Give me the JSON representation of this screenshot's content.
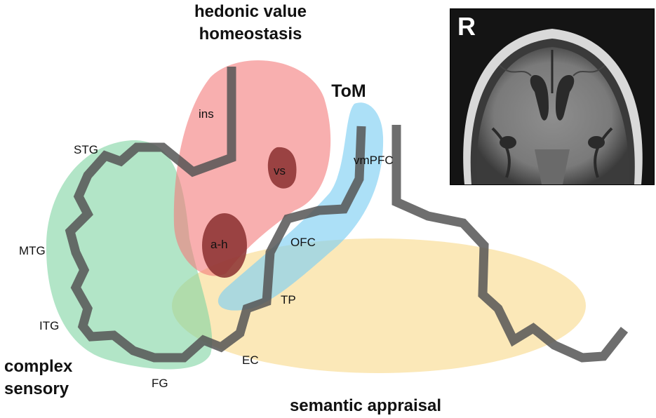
{
  "headings": {
    "hedonic": [
      "hedonic value",
      "homeostasis"
    ],
    "tom": "ToM",
    "complex_sensory": [
      "complex",
      "sensory"
    ],
    "semantic": "semantic appraisal"
  },
  "labels": {
    "ins": "ins",
    "stg": "STG",
    "vs": "vs",
    "vmpfc": "vmPFC",
    "mtg": "MTG",
    "ah": "a-h",
    "ofc": "OFC",
    "itg": "ITG",
    "tp": "TP",
    "ec": "EC",
    "fg": "FG"
  },
  "mri": {
    "orientation_label": "R"
  },
  "colors": {
    "hedonic_region": "#f47a7a",
    "tom_region": "#7fcff2",
    "sensory_region": "#7fd3a2",
    "semantic_region": "#f8d57e",
    "nuclei": "#8a2f2f",
    "outline": "#555555"
  }
}
